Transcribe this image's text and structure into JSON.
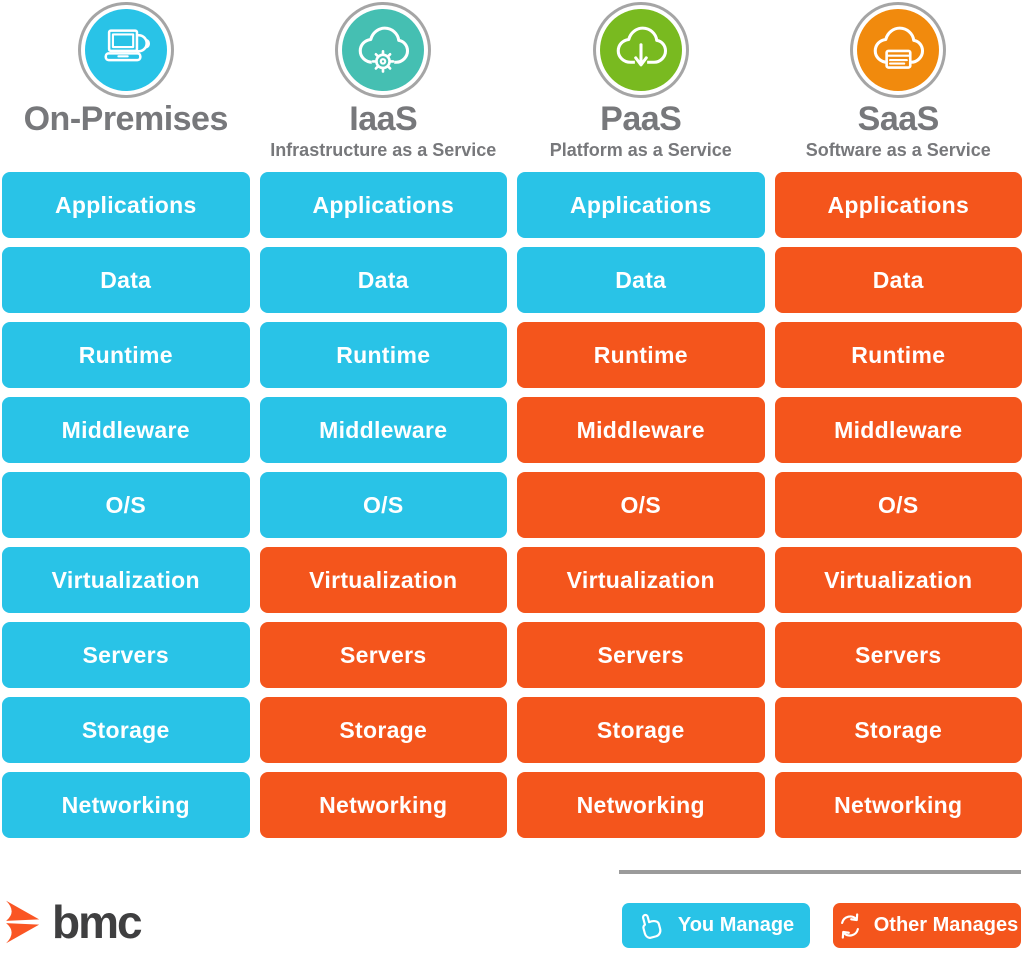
{
  "colors": {
    "you_manage": "#29C3E7",
    "other_manages": "#F4551C",
    "on_premises_circle": "#29C3E7",
    "iaas_circle": "#45BFB2",
    "paas_circle": "#79BA20",
    "saas_circle": "#F18A0D",
    "ring_gray": "#A5A5A5",
    "separator_gray": "#9B9B9B",
    "heading_gray": "#77787B",
    "bmc_orange": "#FA5523",
    "bmc_text_gray": "#3F3F40"
  },
  "columns": [
    {
      "title": "On-Premises",
      "subtitle": "",
      "icon": "laptop-icon",
      "circle_color": "#29C3E7",
      "rows": [
        {
          "label": "Applications",
          "managed_by": "you"
        },
        {
          "label": "Data",
          "managed_by": "you"
        },
        {
          "label": "Runtime",
          "managed_by": "you"
        },
        {
          "label": "Middleware",
          "managed_by": "you"
        },
        {
          "label": "O/S",
          "managed_by": "you"
        },
        {
          "label": "Virtualization",
          "managed_by": "you"
        },
        {
          "label": "Servers",
          "managed_by": "you"
        },
        {
          "label": "Storage",
          "managed_by": "you"
        },
        {
          "label": "Networking",
          "managed_by": "you"
        }
      ]
    },
    {
      "title": "IaaS",
      "subtitle": "Infrastructure as a Service",
      "icon": "cloud-gear-icon",
      "circle_color": "#45BFB2",
      "rows": [
        {
          "label": "Applications",
          "managed_by": "you"
        },
        {
          "label": "Data",
          "managed_by": "you"
        },
        {
          "label": "Runtime",
          "managed_by": "you"
        },
        {
          "label": "Middleware",
          "managed_by": "you"
        },
        {
          "label": "O/S",
          "managed_by": "you"
        },
        {
          "label": "Virtualization",
          "managed_by": "other"
        },
        {
          "label": "Servers",
          "managed_by": "other"
        },
        {
          "label": "Storage",
          "managed_by": "other"
        },
        {
          "label": "Networking",
          "managed_by": "other"
        }
      ]
    },
    {
      "title": "PaaS",
      "subtitle": "Platform as a Service",
      "icon": "cloud-download-icon",
      "circle_color": "#79BA20",
      "rows": [
        {
          "label": "Applications",
          "managed_by": "you"
        },
        {
          "label": "Data",
          "managed_by": "you"
        },
        {
          "label": "Runtime",
          "managed_by": "other"
        },
        {
          "label": "Middleware",
          "managed_by": "other"
        },
        {
          "label": "O/S",
          "managed_by": "other"
        },
        {
          "label": "Virtualization",
          "managed_by": "other"
        },
        {
          "label": "Servers",
          "managed_by": "other"
        },
        {
          "label": "Storage",
          "managed_by": "other"
        },
        {
          "label": "Networking",
          "managed_by": "other"
        }
      ]
    },
    {
      "title": "SaaS",
      "subtitle": "Software as a Service",
      "icon": "cloud-app-icon",
      "circle_color": "#F18A0D",
      "rows": [
        {
          "label": "Applications",
          "managed_by": "other"
        },
        {
          "label": "Data",
          "managed_by": "other"
        },
        {
          "label": "Runtime",
          "managed_by": "other"
        },
        {
          "label": "Middleware",
          "managed_by": "other"
        },
        {
          "label": "O/S",
          "managed_by": "other"
        },
        {
          "label": "Virtualization",
          "managed_by": "other"
        },
        {
          "label": "Servers",
          "managed_by": "other"
        },
        {
          "label": "Storage",
          "managed_by": "other"
        },
        {
          "label": "Networking",
          "managed_by": "other"
        }
      ]
    }
  ],
  "legend": {
    "you_manage_label": "You Manage",
    "other_manages_label": "Other Manages"
  },
  "footer": {
    "brand": "bmc"
  }
}
